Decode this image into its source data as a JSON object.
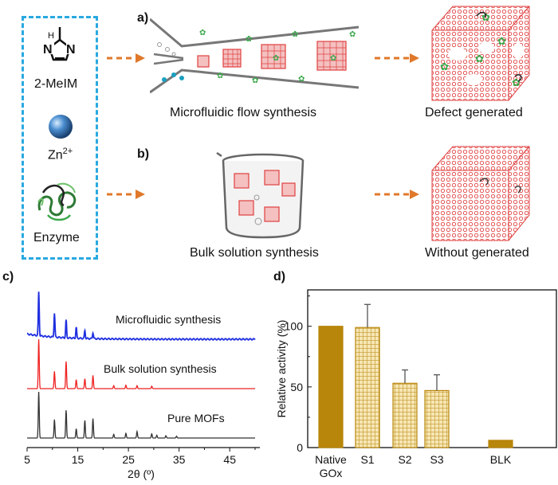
{
  "reagents": {
    "ligand": "2-MeIM",
    "metal": "Zn",
    "metal_charge": "2+",
    "enzyme": "Enzyme"
  },
  "panels": {
    "a": "a)",
    "b": "b)",
    "c": "c)",
    "d": "d)"
  },
  "labels": {
    "microfluidic": "Microfluidic flow synthesis",
    "defect": "Defect generated",
    "bulk": "Bulk solution synthesis",
    "without": "Without generated"
  },
  "colors": {
    "box_border": "#29a9e0",
    "arrow": "#e0782a",
    "mof_red": "#e04040",
    "enzyme_green": "#3aa84a",
    "bar_fill": "#b8860b",
    "xrd_blue": "#1f2fe0",
    "xrd_red": "#ee2222",
    "xrd_black": "#333333"
  },
  "chart_data": [
    {
      "type": "line",
      "panel": "c)",
      "xlabel": "2θ (º)",
      "xlim": [
        5,
        50
      ],
      "xticks": [
        5,
        15,
        25,
        35,
        45
      ],
      "grid": false,
      "series": [
        {
          "name": "Microfluidic synthesis",
          "color": "#1f2fe0",
          "peaks": [
            [
              7.3,
              1.0
            ],
            [
              10.4,
              0.55
            ],
            [
              12.7,
              0.4
            ],
            [
              14.7,
              0.25
            ],
            [
              16.4,
              0.18
            ],
            [
              18.0,
              0.14
            ]
          ]
        },
        {
          "name": "Bulk solution synthesis",
          "color": "#ee2222",
          "peaks": [
            [
              7.3,
              1.0
            ],
            [
              10.4,
              0.35
            ],
            [
              12.7,
              0.55
            ],
            [
              14.7,
              0.18
            ],
            [
              16.4,
              0.2
            ],
            [
              18.0,
              0.27
            ],
            [
              22.1,
              0.06
            ],
            [
              24.5,
              0.07
            ],
            [
              26.7,
              0.06
            ],
            [
              29.6,
              0.05
            ]
          ]
        },
        {
          "name": "Pure MOFs",
          "color": "#333333",
          "peaks": [
            [
              7.3,
              1.0
            ],
            [
              10.4,
              0.4
            ],
            [
              12.7,
              0.6
            ],
            [
              14.7,
              0.2
            ],
            [
              16.4,
              0.38
            ],
            [
              18.0,
              0.42
            ],
            [
              22.1,
              0.08
            ],
            [
              24.5,
              0.1
            ],
            [
              26.7,
              0.14
            ],
            [
              29.6,
              0.09
            ],
            [
              30.6,
              0.06
            ],
            [
              32.4,
              0.05
            ],
            [
              34.5,
              0.04
            ]
          ]
        }
      ]
    },
    {
      "type": "bar",
      "panel": "d)",
      "ylabel": "Relative activity (%)",
      "ylim": [
        0,
        130
      ],
      "yticks": [
        0,
        50,
        100
      ],
      "categories": [
        "Native GOx",
        "S1",
        "S2",
        "S3",
        "BLK"
      ],
      "category_lines": [
        [
          "Native",
          "GOx"
        ],
        [
          "S1"
        ],
        [
          "S2"
        ],
        [
          "S3"
        ],
        [
          "BLK"
        ]
      ],
      "values": [
        100,
        99,
        53,
        47,
        6
      ],
      "errors": [
        0,
        19,
        11,
        13,
        0
      ],
      "patterns": [
        "solid",
        "checker",
        "checker",
        "checker",
        "solid"
      ]
    }
  ]
}
